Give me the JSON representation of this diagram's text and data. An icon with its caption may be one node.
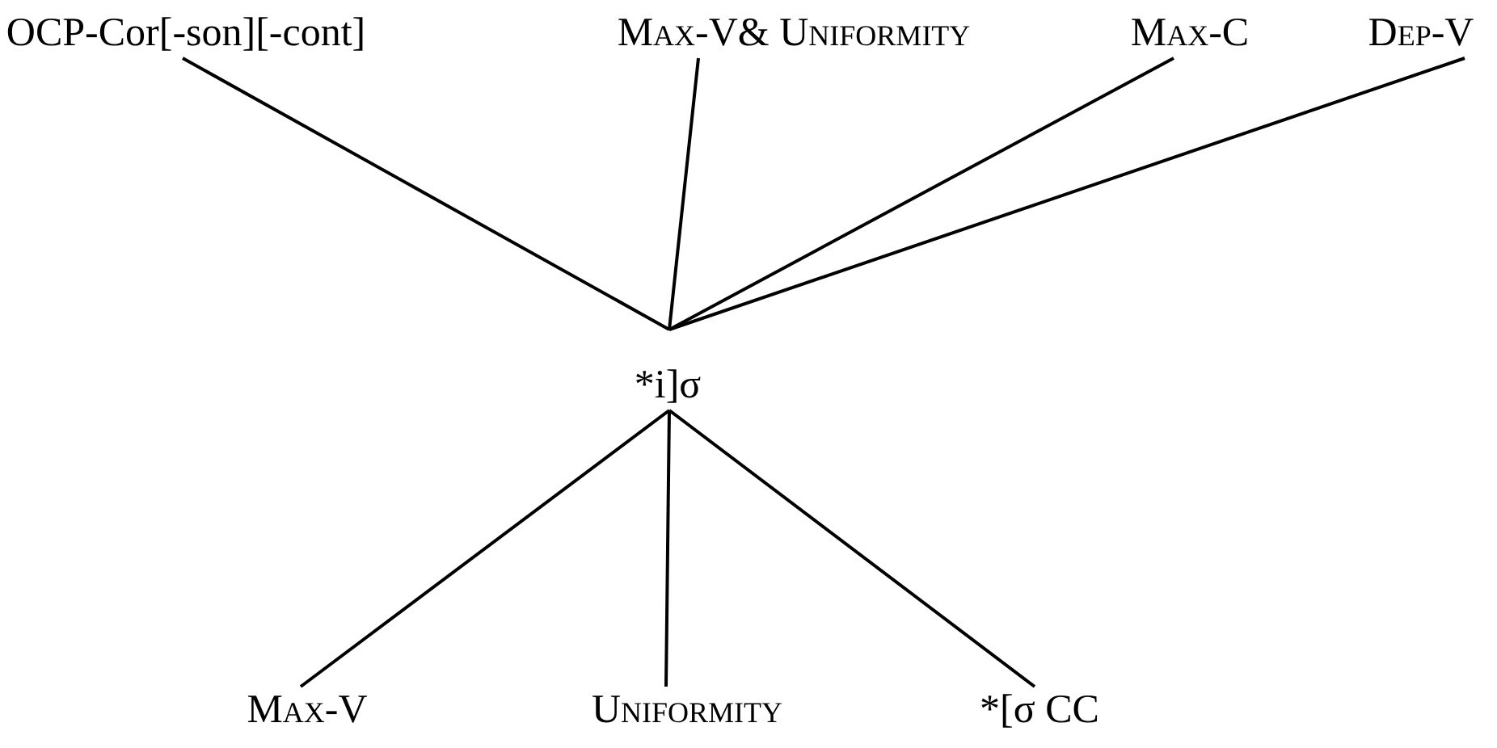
{
  "diagram": {
    "nodes": [
      {
        "text": [
          "OCP-Cor[-son][-cont]"
        ]
      },
      {
        "text": [
          "Max-V& Uniformity"
        ]
      },
      {
        "text": [
          "Max-C"
        ]
      },
      {
        "text": [
          "Dep-V"
        ]
      },
      {
        "text": [
          "*i]σ"
        ]
      },
      {
        "text": [
          "Max-V"
        ]
      },
      {
        "text": [
          "Uniformity"
        ]
      },
      {
        "text": [
          "*[σ CC"
        ]
      }
    ],
    "edges": [
      {
        "from": 0,
        "to": 4,
        "arrow": "none"
      },
      {
        "from": 1,
        "to": 4,
        "arrow": "none"
      },
      {
        "from": 2,
        "to": 4,
        "arrow": "none"
      },
      {
        "from": 3,
        "to": 4,
        "arrow": "none"
      },
      {
        "from": 4,
        "to": 5,
        "arrow": "none"
      },
      {
        "from": 4,
        "to": 6,
        "arrow": "none"
      },
      {
        "from": 4,
        "to": 7,
        "arrow": "none"
      }
    ]
  }
}
